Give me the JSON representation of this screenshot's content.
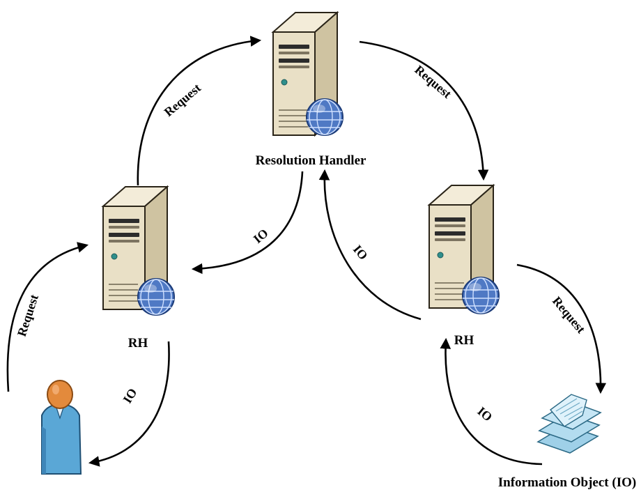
{
  "nodes": {
    "resolution_handler": {
      "label": "Resolution Handler"
    },
    "rh_left": {
      "label": "RH"
    },
    "rh_right": {
      "label": "RH"
    },
    "information_object": {
      "label": "Information Object (IO)"
    }
  },
  "edges": {
    "request_user_to_rh": "Request",
    "request_rh_to_handler": "Request",
    "request_handler_to_rh_right": "Request",
    "request_rh_right_to_object": "Request",
    "io_handler_to_rh_left": "IO",
    "io_rh_right_to_handler": "IO",
    "io_rh_left_to_user": "IO",
    "io_object_to_rh_right": "IO"
  },
  "colors": {
    "server_body": "#e9e0c6",
    "globe": "#4f79c4",
    "user_shirt": "#5aa7d6",
    "user_head": "#e38a3c",
    "document": "#bfe2f2",
    "arrow": "#000000"
  },
  "icons": [
    "server-icon",
    "globe-icon",
    "user-icon",
    "document-stack-icon"
  ]
}
